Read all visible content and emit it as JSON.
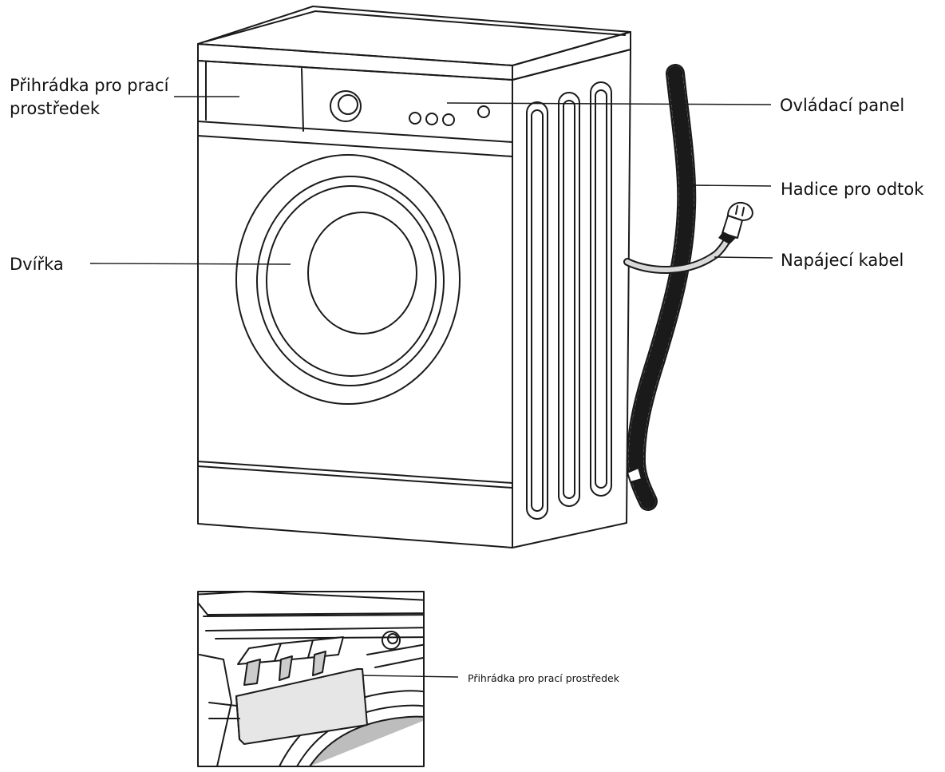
{
  "labels": {
    "detergent_drawer": "Přihrádka pro prací prostředek",
    "control_panel": "Ovládací panel",
    "drain_hose": "Hadice pro odtok",
    "power_cable": "Napájecí kabel",
    "door": "Dvířka",
    "inset_detergent_drawer": "Přihrádka pro prací prostředek"
  },
  "colors": {
    "line": "#1a1a1a",
    "drawer_fill": "#e6e6e6",
    "cable_fill": "#d9d9d9",
    "background": "#ffffff"
  }
}
